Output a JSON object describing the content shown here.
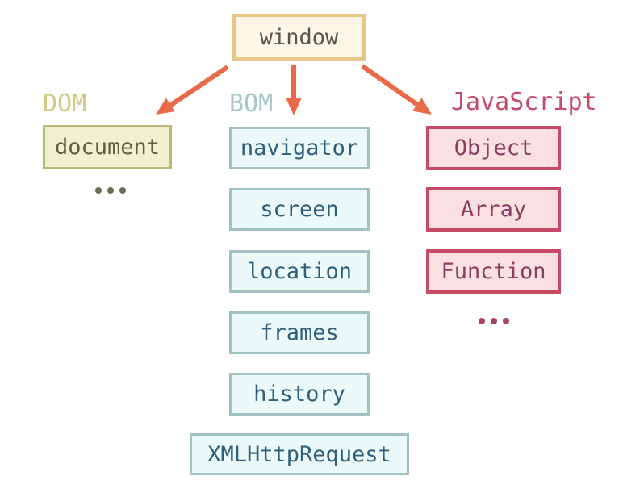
{
  "root": {
    "label": "window"
  },
  "groups": [
    {
      "label": "DOM",
      "items": [
        "document"
      ],
      "ellipsis": "..."
    },
    {
      "label": "BOM",
      "items": [
        "navigator",
        "screen",
        "location",
        "frames",
        "history",
        "XMLHttpRequest"
      ]
    },
    {
      "label": "JavaScript",
      "items": [
        "Object",
        "Array",
        "Function"
      ],
      "ellipsis": "..."
    }
  ],
  "colors": {
    "arrow": "#e96a48",
    "window-bg": "#fdf5e6",
    "window-border": "#e6c786",
    "window-text": "#57544e",
    "dom-label": "#cccb85",
    "dom-border": "#b9ba73",
    "dom-bg": "#f0f0d1",
    "dom-text": "#5e5d45",
    "dom-dots": "#6b6a52",
    "bom-label": "#a7c7ca",
    "bom-border": "#a1c1c3",
    "bom-bg": "#ebf9f9",
    "bom-text": "#2f5f7a",
    "js-label": "#c64a6b",
    "js-border": "#c54a68",
    "js-bg": "#fadfe3",
    "js-text": "#8b3e60",
    "js-dots": "#a4446a"
  }
}
